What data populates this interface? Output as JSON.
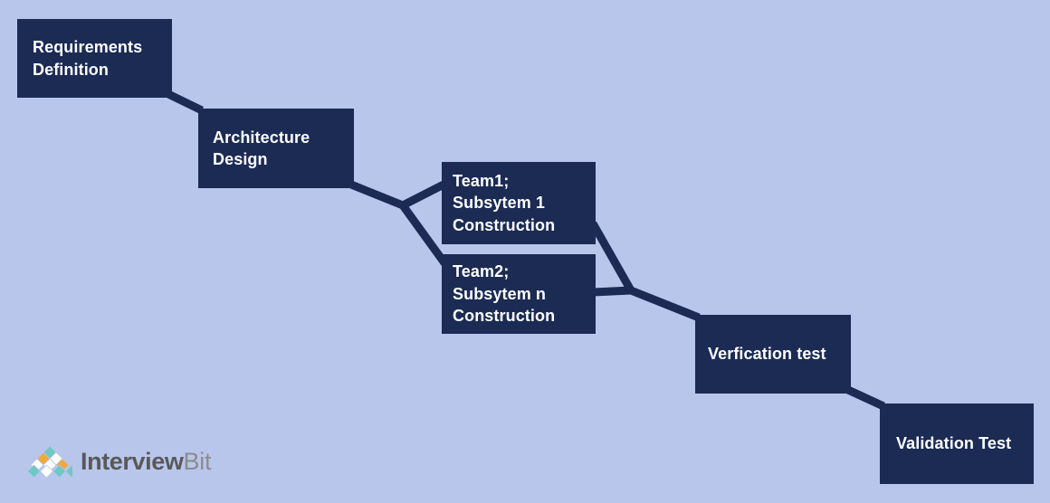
{
  "diagram": {
    "background_color": "#b9c6ec",
    "node_color": "#1b2b54",
    "node_text_color": "#ffffff",
    "connector_color": "#1b2b54",
    "nodes": [
      {
        "id": "requirements",
        "lines": [
          "Requirements",
          "Definition"
        ]
      },
      {
        "id": "architecture",
        "lines": [
          "Architecture",
          "Design"
        ]
      },
      {
        "id": "team1",
        "lines": [
          "Team1;",
          "Subsytem 1",
          "Construction"
        ]
      },
      {
        "id": "team2",
        "lines": [
          "Team2;",
          "Subsytem n",
          "Construction"
        ]
      },
      {
        "id": "verification",
        "lines": [
          "Verfication test"
        ]
      },
      {
        "id": "validation",
        "lines": [
          "Validation Test"
        ]
      }
    ]
  },
  "logo": {
    "name": "interviewbit-logo",
    "word_primary": "Interview",
    "word_secondary": "Bit",
    "primary_color": "#595959",
    "secondary_color": "#8c8c8c",
    "mark_colors": {
      "teal": "#6fc8c4",
      "orange": "#f0a93c",
      "white": "#ffffff"
    }
  }
}
